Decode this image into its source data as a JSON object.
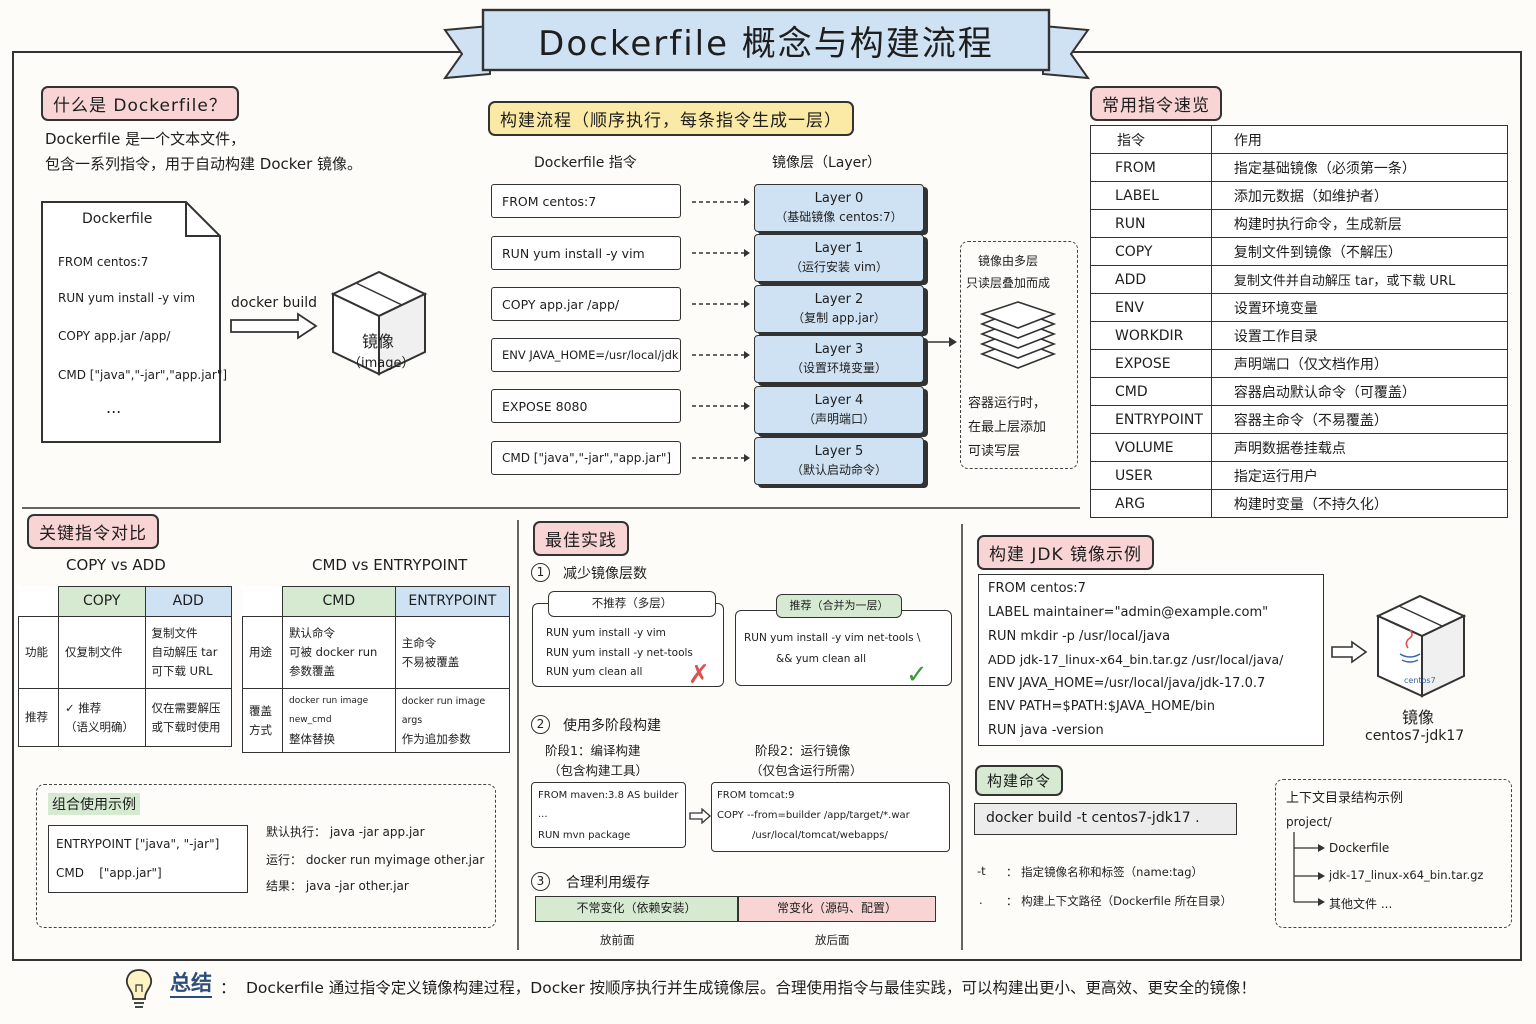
{
  "title": "Dockerfile 概念与构建流程",
  "what": {
    "heading": "什么是 Dockerfile？",
    "desc1": "Dockerfile 是一个文本文件，",
    "desc2": "包含一系列指令，用于自动构建 Docker 镜像。",
    "file_title": "Dockerfile",
    "file_lines": [
      "FROM centos:7",
      "RUN yum install -y vim",
      "COPY app.jar /app/",
      "CMD [\"java\",\"-jar\",\"app.jar\"]",
      "..."
    ],
    "build_label": "docker build",
    "image_label": "镜像",
    "image_sub": "（image）"
  },
  "flow": {
    "heading": "构建流程（顺序执行，每条指令生成一层）",
    "col1": "Dockerfile 指令",
    "col2": "镜像层（Layer）",
    "commands": [
      "FROM centos:7",
      "RUN yum install -y vim",
      "COPY app.jar /app/",
      "ENV JAVA_HOME=/usr/local/jdk",
      "EXPOSE 8080",
      "CMD [\"java\",\"-jar\",\"app.jar\"]"
    ],
    "layers": [
      {
        "name": "Layer 0",
        "desc": "（基础镜像 centos:7）"
      },
      {
        "name": "Layer 1",
        "desc": "（运行安装 vim）"
      },
      {
        "name": "Layer 2",
        "desc": "（复制 app.jar）"
      },
      {
        "name": "Layer 3",
        "desc": "（设置环境变量）"
      },
      {
        "name": "Layer 4",
        "desc": "（声明端口）"
      },
      {
        "name": "Layer 5",
        "desc": "（默认启动命令）"
      }
    ],
    "note_top1": "镜像由多层",
    "note_top2": "只读层叠加而成",
    "note_bot1": "容器运行时，",
    "note_bot2": "在最上层添加",
    "note_bot3": "可读写层"
  },
  "cmds": {
    "heading": "常用指令速览",
    "col1": "指令",
    "col2": "作用",
    "rows": [
      [
        "FROM",
        "指定基础镜像（必须第一条）"
      ],
      [
        "LABEL",
        "添加元数据（如维护者）"
      ],
      [
        "RUN",
        "构建时执行命令，生成新层"
      ],
      [
        "COPY",
        "复制文件到镜像（不解压）"
      ],
      [
        "ADD",
        "复制文件并自动解压 tar，或下载 URL"
      ],
      [
        "ENV",
        "设置环境变量"
      ],
      [
        "WORKDIR",
        "设置工作目录"
      ],
      [
        "EXPOSE",
        "声明端口（仅文档作用）"
      ],
      [
        "CMD",
        "容器启动默认命令（可覆盖）"
      ],
      [
        "ENTRYPOINT",
        "容器主命令（不易覆盖）"
      ],
      [
        "VOLUME",
        "声明数据卷挂载点"
      ],
      [
        "USER",
        "指定运行用户"
      ],
      [
        "ARG",
        "构建时变量（不持久化）"
      ]
    ]
  },
  "compare": {
    "heading": "关键指令对比",
    "copy_title": "COPY vs ADD",
    "copy_h1": "COPY",
    "copy_h2": "ADD",
    "copy_r1_label": "功能",
    "copy_r1_a": "仅复制文件",
    "copy_r1_b1": "复制文件",
    "copy_r1_b2": "自动解压 tar",
    "copy_r1_b3": "可下载 URL",
    "copy_r2_label": "推荐",
    "copy_r2_a1": "✓ 推荐",
    "copy_r2_a2": "（语义明确）",
    "copy_r2_b1": "仅在需要解压",
    "copy_r2_b2": "或下载时使用",
    "cmd_title": "CMD vs ENTRYPOINT",
    "cmd_h1": "CMD",
    "cmd_h2": "ENTRYPOINT",
    "cmd_r1_label": "用途",
    "cmd_r1_a1": "默认命令",
    "cmd_r1_a2": "可被 docker run",
    "cmd_r1_a3": "参数覆盖",
    "cmd_r1_b1": "主命令",
    "cmd_r1_b2": "不易被覆盖",
    "cmd_r2_label1": "覆盖",
    "cmd_r2_label2": "方式",
    "cmd_r2_a1": "docker run image new_cmd",
    "cmd_r2_a2": "整体替换",
    "cmd_r2_b1": "docker run image args",
    "cmd_r2_b2": "作为追加参数",
    "combo_title": "组合使用示例",
    "combo_l1": "ENTRYPOINT [\"java\", \"-jar\"]",
    "combo_l2": "CMD    [\"app.jar\"]",
    "combo_r1": "默认执行：  java -jar app.jar",
    "combo_r2": "运行：  docker run myimage other.jar",
    "combo_r3": "结果：  java -jar other.jar"
  },
  "best": {
    "heading": "最佳实践",
    "s1_num": "1",
    "s1_title": "减少镜像层数",
    "bad_title": "不推荐（多层）",
    "bad_lines": [
      "RUN yum install -y vim",
      "RUN yum install -y net-tools",
      "RUN yum clean all"
    ],
    "good_title": "推荐（合并为一层）",
    "good_l1": "RUN yum install -y vim net-tools \\",
    "good_l2": "&& yum clean all",
    "s2_num": "2",
    "s2_title": "使用多阶段构建",
    "st1_t1": "阶段1：编译构建",
    "st1_t2": "（包含构建工具）",
    "st1_lines": [
      "FROM maven:3.8 AS builder",
      "...",
      "RUN mvn package"
    ],
    "st2_t1": "阶段2：运行镜像",
    "st2_t2": "（仅包含运行所需）",
    "st2_lines": [
      "FROM tomcat:9",
      "COPY --from=builder /app/target/*.war",
      "/usr/local/tomcat/webapps/"
    ],
    "s3_num": "3",
    "s3_title": "合理利用缓存",
    "cache_a": "不常变化（依赖安装）",
    "cache_b": "常变化（源码、配置）",
    "cache_a_lbl": "放前面",
    "cache_b_lbl": "放后面"
  },
  "jdk": {
    "heading": "构建 JDK 镜像示例",
    "lines": [
      "FROM centos:7",
      "LABEL maintainer=\"admin@example.com\"",
      "RUN mkdir -p /usr/local/java",
      "ADD jdk-17_linux-x64_bin.tar.gz /usr/local/java/",
      "ENV JAVA_HOME=/usr/local/java/jdk-17.0.7",
      "ENV PATH=$PATH:$JAVA_HOME/bin",
      "RUN java -version"
    ],
    "image_label": "镜像",
    "image_name": "centos7-jdk17",
    "box_logo": "centos7",
    "build_heading": "构建命令",
    "build_cmd": "docker build -t centos7-jdk17 .",
    "opt1_k": "-t",
    "opt1_v": "：  指定镜像名称和标签（name:tag）",
    "opt2_k": ".",
    "opt2_v": "：  构建上下文路径（Dockerfile 所在目录）",
    "ctx_title": "上下文目录结构示例",
    "ctx_root": "project/",
    "ctx_items": [
      "Dockerfile",
      "jdk-17_linux-x64_bin.tar.gz",
      "其他文件 ..."
    ]
  },
  "summary": {
    "label": "总结",
    "sep": "：",
    "text": "Dockerfile 通过指令定义镜像构建过程，Docker 按顺序执行并生成镜像层。合理使用指令与最佳实践，可以构建出更小、更高效、更安全的镜像！"
  },
  "colors": {
    "pink": "#f8d4d4",
    "yellow": "#fbeaa6",
    "blue": "#cfe2f3",
    "green": "#d6ead2",
    "red": "#d9534f",
    "check": "#3a9a3a"
  }
}
